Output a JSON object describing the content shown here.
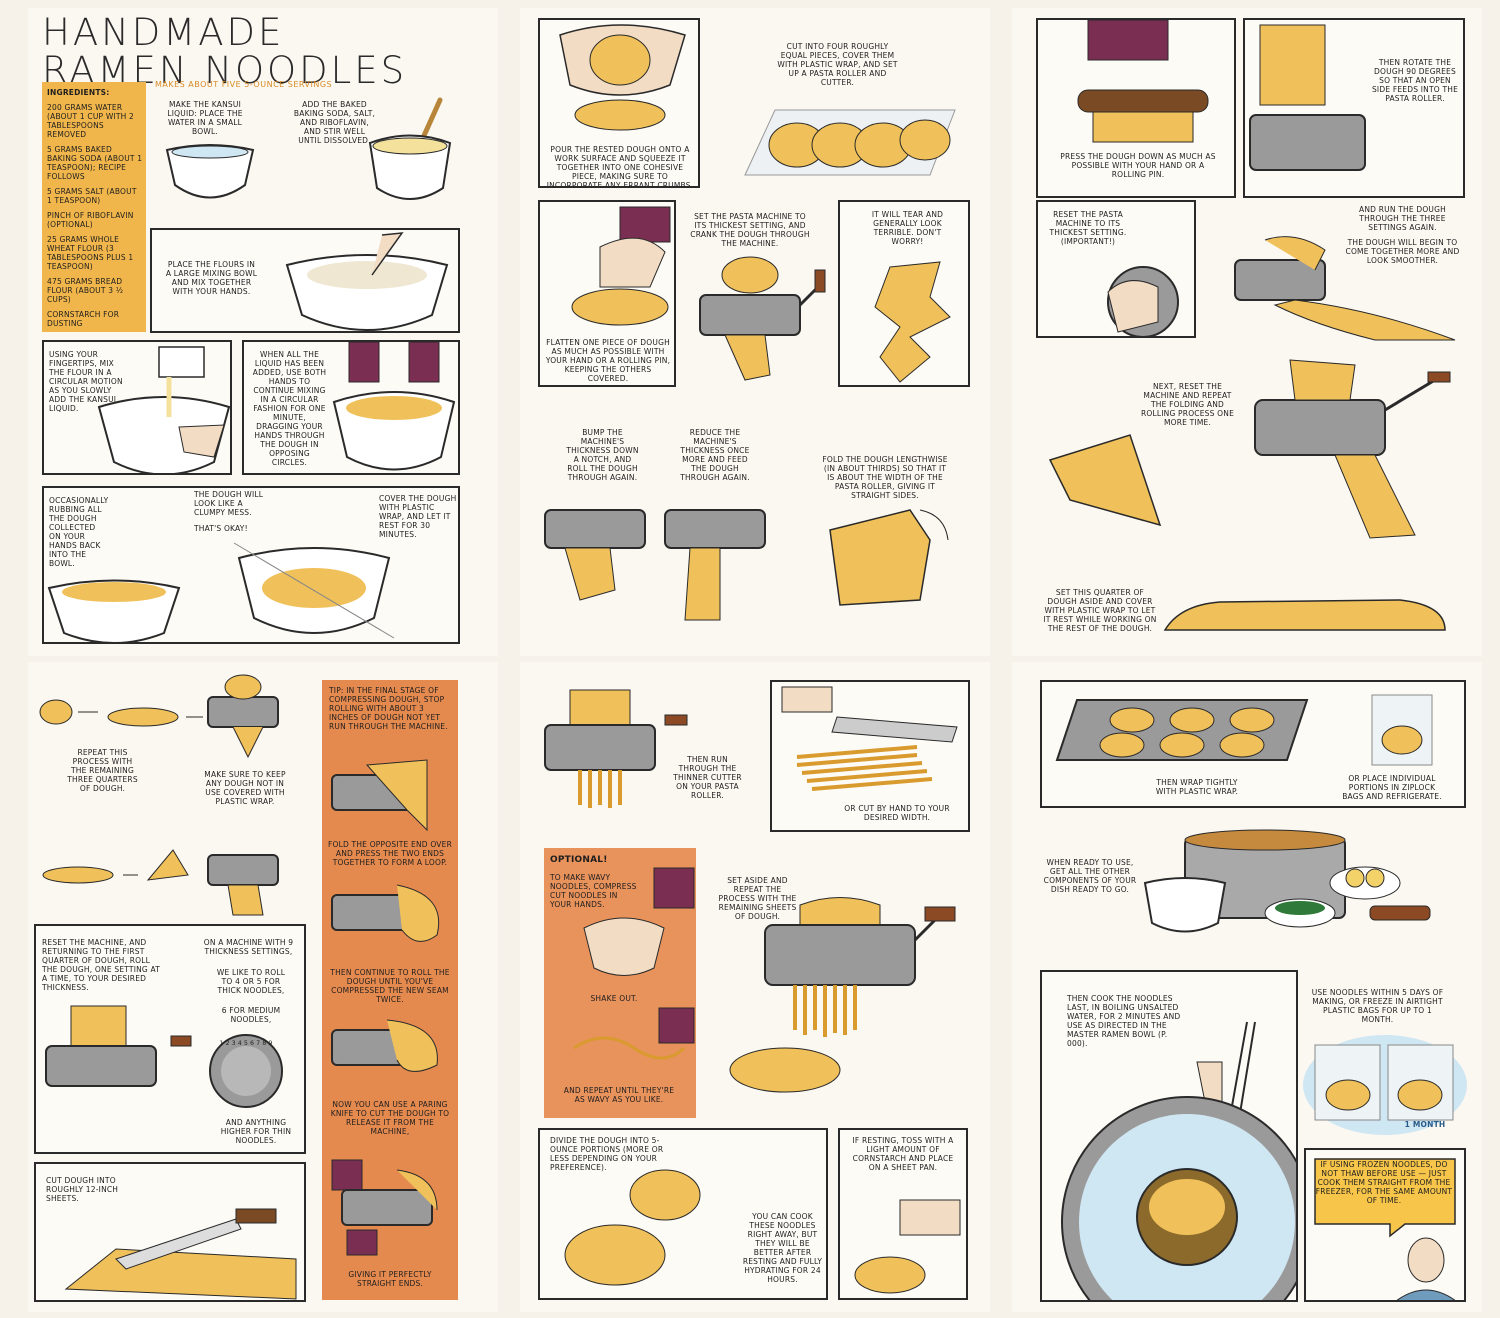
{
  "title": {
    "line1": "HANDMADE",
    "line2": "RAMEN NOODLES"
  },
  "subtitle": "MAKES ABOUT FIVE 5-OUNCE SERVINGS",
  "ingredients": {
    "heading": "INGREDIENTS:",
    "items": [
      "200 GRAMS WATER (ABOUT 1 CUP WITH 2 TABLESPOONS REMOVED",
      "5 GRAMS BAKED BAKING SODA (ABOUT 1 TEASPOON); RECIPE FOLLOWS",
      "5 GRAMS SALT (ABOUT 1 TEASPOON)",
      "PINCH OF RIBOFLAVIN (OPTIONAL)",
      "25 GRAMS WHOLE WHEAT FLOUR (3 TABLESPOONS PLUS 1 TEASPOON)",
      "475 GRAMS BREAD FLOUR (ABOUT 3 ½ CUPS)",
      "CORNSTARCH FOR DUSTING"
    ]
  },
  "captions": {
    "c1": "MAKE THE KANSUI LIQUID: PLACE THE WATER IN A SMALL BOWL.",
    "c2": "ADD THE BAKED BAKING SODA, SALT, AND RIBOFLAVIN, AND STIR WELL UNTIL DISSOLVED.",
    "c3": "PLACE THE FLOURS IN A LARGE MIXING BOWL AND MIX TOGETHER WITH YOUR HANDS.",
    "c4": "USING YOUR FINGERTIPS, MIX THE FLOUR IN A CIRCULAR MOTION AS YOU SLOWLY ADD THE KANSUI LIQUID.",
    "c5": "WHEN ALL THE LIQUID HAS BEEN ADDED, USE BOTH HANDS TO CONTINUE MIXING IN A CIRCULAR FASHION FOR ONE MINUTE, DRAGGING YOUR HANDS THROUGH THE DOUGH IN OPPOSING CIRCLES.",
    "c6": "OCCASIONALLY RUBBING ALL THE DOUGH COLLECTED ON YOUR HANDS BACK INTO THE BOWL.",
    "c7": "THE DOUGH WILL LOOK LIKE A CLUMPY MESS.",
    "c7b": "THAT'S OKAY!",
    "c8": "COVER THE DOUGH WITH PLASTIC WRAP, AND LET IT REST FOR 30 MINUTES.",
    "c9": "POUR THE RESTED DOUGH ONTO A WORK SURFACE AND SQUEEZE IT TOGETHER INTO ONE COHESIVE PIECE, MAKING SURE TO INCORPORATE ANY ERRANT CRUMBS.",
    "c10": "CUT INTO FOUR ROUGHLY EQUAL PIECES, COVER THEM WITH PLASTIC WRAP, AND SET UP A PASTA ROLLER AND CUTTER.",
    "c11": "FLATTEN ONE PIECE OF DOUGH AS MUCH AS POSSIBLE WITH YOUR HAND OR A ROLLING PIN, KEEPING THE OTHERS COVERED.",
    "c12": "SET THE PASTA MACHINE TO ITS THICKEST SETTING, AND CRANK THE DOUGH THROUGH THE MACHINE.",
    "c13": "IT WILL TEAR AND GENERALLY LOOK TERRIBLE. DON'T WORRY!",
    "c14": "BUMP THE MACHINE'S THICKNESS DOWN A NOTCH, AND ROLL THE DOUGH THROUGH AGAIN.",
    "c15": "REDUCE THE MACHINE'S THICKNESS ONCE MORE AND FEED THE DOUGH THROUGH AGAIN.",
    "c16": "FOLD THE DOUGH LENGTHWISE (IN ABOUT THIRDS) SO THAT IT IS ABOUT THE WIDTH OF THE PASTA ROLLER, GIVING IT STRAIGHT SIDES.",
    "c17": "PRESS THE DOUGH DOWN AS MUCH AS POSSIBLE WITH YOUR HAND OR A ROLLING PIN.",
    "c18": "THEN ROTATE THE DOUGH 90 DEGREES SO THAT AN OPEN SIDE FEEDS INTO THE PASTA ROLLER.",
    "c19": "RESET THE PASTA MACHINE TO ITS THICKEST SETTING. (IMPORTANT!)",
    "c20": "AND RUN THE DOUGH THROUGH THE THREE SETTINGS AGAIN.",
    "c21": "THE DOUGH WILL BEGIN TO COME TOGETHER MORE AND LOOK SMOOTHER.",
    "c22": "NEXT, RESET THE MACHINE AND REPEAT THE FOLDING AND ROLLING PROCESS ONE MORE TIME.",
    "c23": "SET THIS QUARTER OF DOUGH ASIDE AND COVER WITH PLASTIC WRAP TO LET IT REST WHILE WORKING ON THE REST OF THE DOUGH.",
    "c24": "REPEAT THIS PROCESS WITH THE REMAINING THREE QUARTERS OF DOUGH.",
    "c25": "MAKE SURE TO KEEP ANY DOUGH NOT IN USE COVERED WITH PLASTIC WRAP.",
    "c26": "RESET THE MACHINE, AND RETURNING TO THE FIRST QUARTER OF DOUGH, ROLL THE DOUGH, ONE SETTING AT A TIME, TO YOUR DESIRED THICKNESS.",
    "c27": "ON A MACHINE WITH 9 THICKNESS SETTINGS,",
    "c28": "WE LIKE TO ROLL TO 4 OR 5 FOR THICK NOODLES,",
    "c29": "6 FOR MEDIUM NOODLES,",
    "c30": "AND ANYTHING HIGHER FOR THIN NOODLES.",
    "c31": "CUT DOUGH INTO ROUGHLY 12-INCH SHEETS.",
    "tip": "TIP: IN THE FINAL STAGE OF COMPRESSING DOUGH, STOP ROLLING WITH ABOUT 3 INCHES OF DOUGH NOT YET RUN THROUGH THE MACHINE.",
    "tip2": "FOLD THE OPPOSITE END OVER AND PRESS THE TWO ENDS TOGETHER TO FORM A LOOP.",
    "tip3": "THEN CONTINUE TO ROLL THE DOUGH UNTIL YOU'VE COMPRESSED THE NEW SEAM TWICE.",
    "tip4": "NOW YOU CAN USE A PARING KNIFE TO CUT THE DOUGH TO RELEASE IT FROM THE MACHINE,",
    "tip5": "GIVING IT PERFECTLY STRAIGHT ENDS.",
    "c32": "THEN RUN THROUGH THE THINNER CUTTER ON YOUR PASTA ROLLER.",
    "c33": "OR CUT BY HAND TO YOUR DESIRED WIDTH.",
    "opt_head": "OPTIONAL!",
    "opt1": "TO MAKE WAVY NOODLES, COMPRESS CUT NOODLES IN YOUR HANDS.",
    "opt2": "SHAKE OUT.",
    "opt3": "AND REPEAT UNTIL THEY'RE AS WAVY AS YOU LIKE.",
    "c34": "SET ASIDE AND REPEAT THE PROCESS WITH THE REMAINING SHEETS OF DOUGH.",
    "c35": "DIVIDE THE DOUGH INTO 5-OUNCE PORTIONS (MORE OR LESS DEPENDING ON YOUR PREFERENCE).",
    "c36": "YOU CAN COOK THESE NOODLES RIGHT AWAY, BUT THEY WILL BE BETTER AFTER RESTING AND FULLY HYDRATING FOR 24 HOURS.",
    "c37": "IF RESTING, TOSS WITH A LIGHT AMOUNT OF CORNSTARCH AND PLACE ON A SHEET PAN.",
    "c38": "THEN WRAP TIGHTLY WITH PLASTIC WRAP.",
    "c39": "OR PLACE INDIVIDUAL PORTIONS IN ZIPLOCK BAGS AND REFRIGERATE.",
    "c40": "WHEN READY TO USE, GET ALL THE OTHER COMPONENTS OF YOUR DISH READY TO GO.",
    "c41": "THEN COOK THE NOODLES LAST, IN BOILING UNSALTED WATER, FOR 2 MINUTES AND USE AS DIRECTED IN THE MASTER RAMEN BOWL (P. 000).",
    "c42": "USE NOODLES WITHIN 5 DAYS OF MAKING, OR FREEZE IN AIRTIGHT PLASTIC BAGS FOR UP TO 1 MONTH.",
    "c42b": "1 MONTH",
    "c43": "IF USING FROZEN NOODLES, DO NOT THAW BEFORE USE — JUST COOK THEM STRAIGHT FROM THE FREEZER, FOR THE SAME AMOUNT OF TIME."
  },
  "dial_numbers": "1 2 3 4 5 6 7 8 9",
  "colors": {
    "dough": "#f0c15a",
    "dough_dark": "#d99a2e",
    "ingredient_panel": "#f1b64b",
    "tip_panel": "#e58a4f",
    "metal": "#9a9a9a",
    "sleeve": "#7a2f52",
    "water": "#cfe6f3",
    "speech": "#f6c54a"
  }
}
